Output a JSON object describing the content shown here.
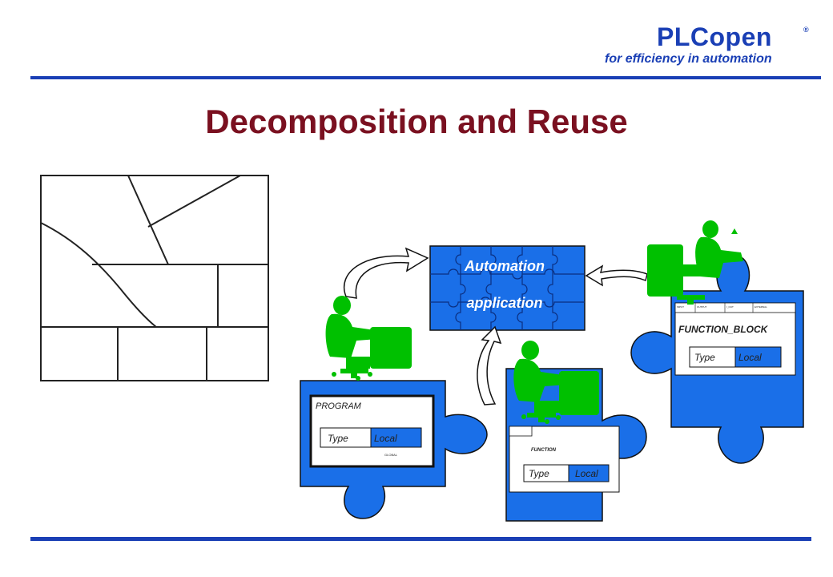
{
  "header": {
    "brand": "PLCopen",
    "registered_mark": "®",
    "tagline": "for efficiency in automation"
  },
  "title": "Decomposition and Reuse",
  "center_puzzle": {
    "line1": "Automation",
    "line2": "application"
  },
  "program_piece": {
    "heading": "PROGRAM",
    "type_label": "Type",
    "local_label": "Local",
    "global_label": "GLOBAL"
  },
  "function_piece": {
    "heading": "FUNCTION",
    "type_label": "Type",
    "local_label": "Local"
  },
  "function_block_piece": {
    "heading": "FUNCTION_BLOCK",
    "type_label": "Type",
    "local_label": "Local",
    "tiny_columns": [
      "INPUT",
      "OUTPUT",
      "I_OUT",
      "EXTERNAL"
    ]
  },
  "colors": {
    "puzzle_blue": "#1a6fe8",
    "figure_green": "#00c000",
    "title_red": "#7a1020",
    "brand_blue": "#1a3fb5"
  }
}
